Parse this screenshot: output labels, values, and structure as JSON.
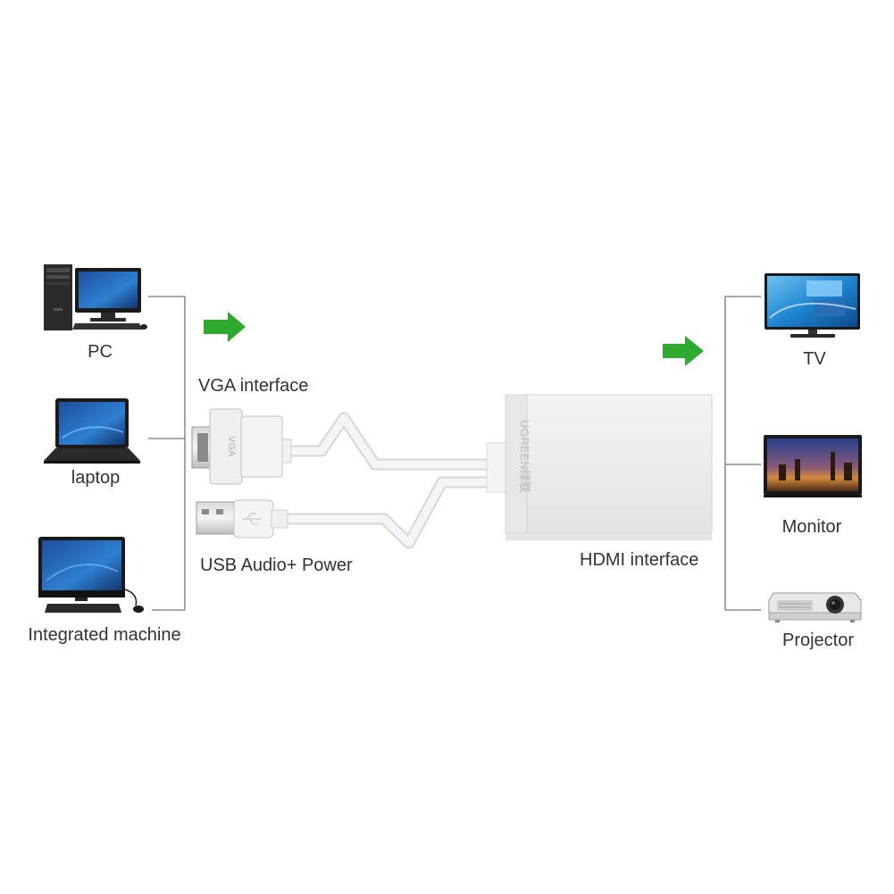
{
  "sources": [
    {
      "label": "PC",
      "icon": "desktop-pc-icon"
    },
    {
      "label": "laptop",
      "icon": "laptop-icon"
    },
    {
      "label": "Integrated machine",
      "icon": "all-in-one-icon"
    }
  ],
  "destinations": [
    {
      "label": "TV",
      "icon": "tv-icon"
    },
    {
      "label": "Monitor",
      "icon": "monitor-icon"
    },
    {
      "label": "Projector",
      "icon": "projector-icon"
    }
  ],
  "adapter": {
    "vga_label": "VGA interface",
    "usb_label": "USB Audio+ Power",
    "hdmi_label": "HDMI interface",
    "vga_plug_text": "VGA",
    "brand_text": "UGREEN绿联"
  },
  "colors": {
    "arrow": "#2eaa2e",
    "bracket": "#777777",
    "device_body": "#e9eaeb",
    "cable": "#f1f2f3"
  }
}
